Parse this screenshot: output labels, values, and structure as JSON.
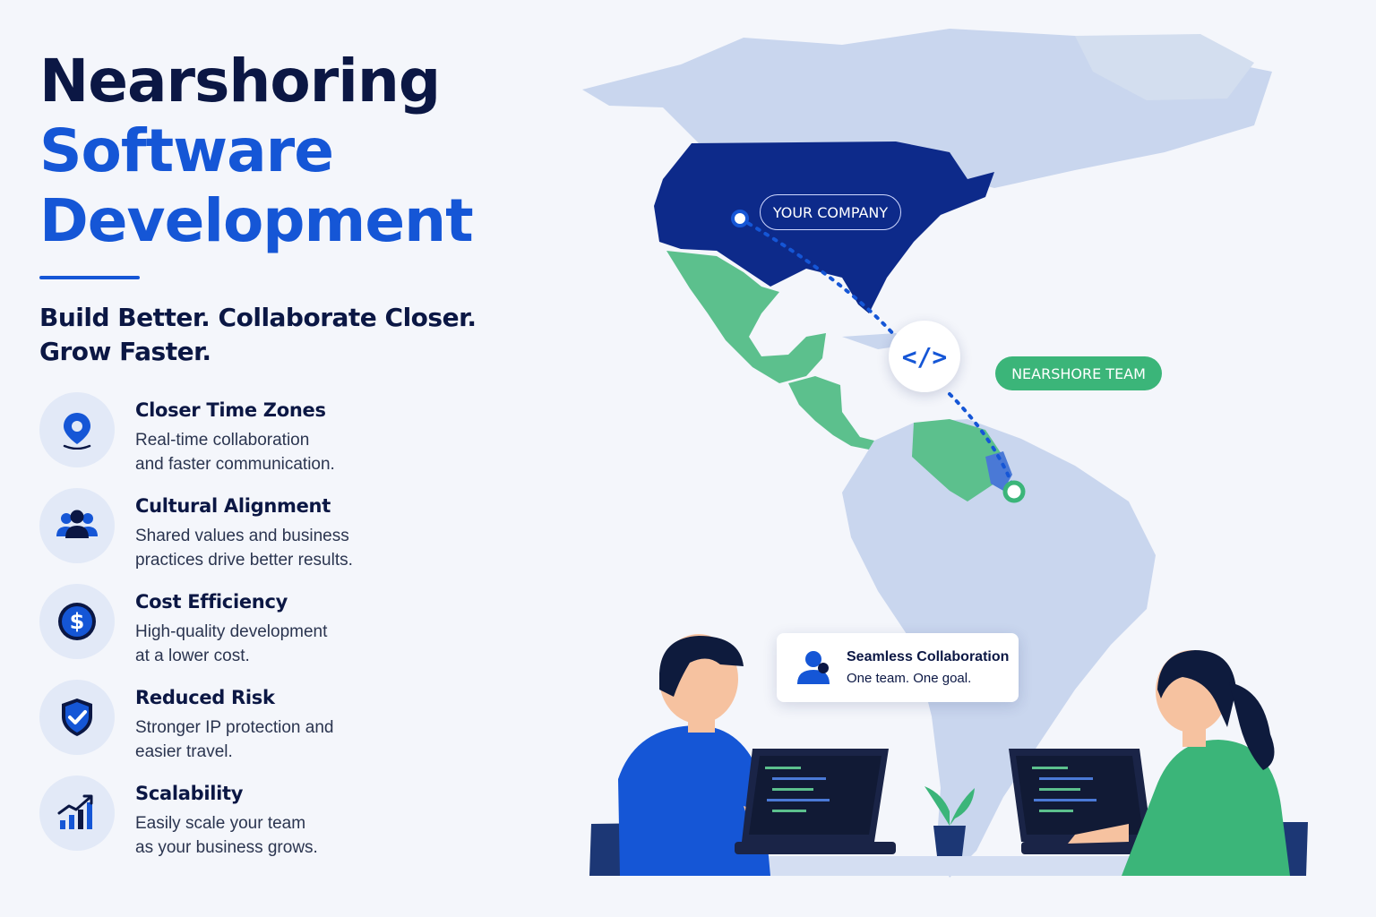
{
  "hero": {
    "title_line1": "Nearshoring",
    "title_line2": "Software",
    "title_line3": "Development",
    "tagline_line1": "Build Better. Collaborate Closer.",
    "tagline_line2": "Grow Faster."
  },
  "features": [
    {
      "icon": "location-pin-icon",
      "title": "Closer Time Zones",
      "desc_line1": "Real-time collaboration",
      "desc_line2": "and faster communication."
    },
    {
      "icon": "team-icon",
      "title": "Cultural Alignment",
      "desc_line1": "Shared values and business",
      "desc_line2": "practices drive better results."
    },
    {
      "icon": "dollar-icon",
      "title": "Cost Efficiency",
      "desc_line1": "High-quality development",
      "desc_line2": "at a lower cost."
    },
    {
      "icon": "shield-check-icon",
      "title": "Reduced Risk",
      "desc_line1": "Stronger IP protection and",
      "desc_line2": "easier travel."
    },
    {
      "icon": "growth-chart-icon",
      "title": "Scalability",
      "desc_line1": "Easily scale your team",
      "desc_line2": "as your business grows."
    }
  ],
  "map": {
    "company_label": "YOUR COMPANY",
    "team_label": "NEARSHORE TEAM",
    "code_symbol": "</>",
    "colors": {
      "land": "#c9d6ee",
      "usa": "#0d2a8a",
      "nearshore": "#5cc08d",
      "link": "#1556d6"
    }
  },
  "collab_card": {
    "title": "Seamless Collaboration",
    "subtitle": "One team. One goal."
  }
}
